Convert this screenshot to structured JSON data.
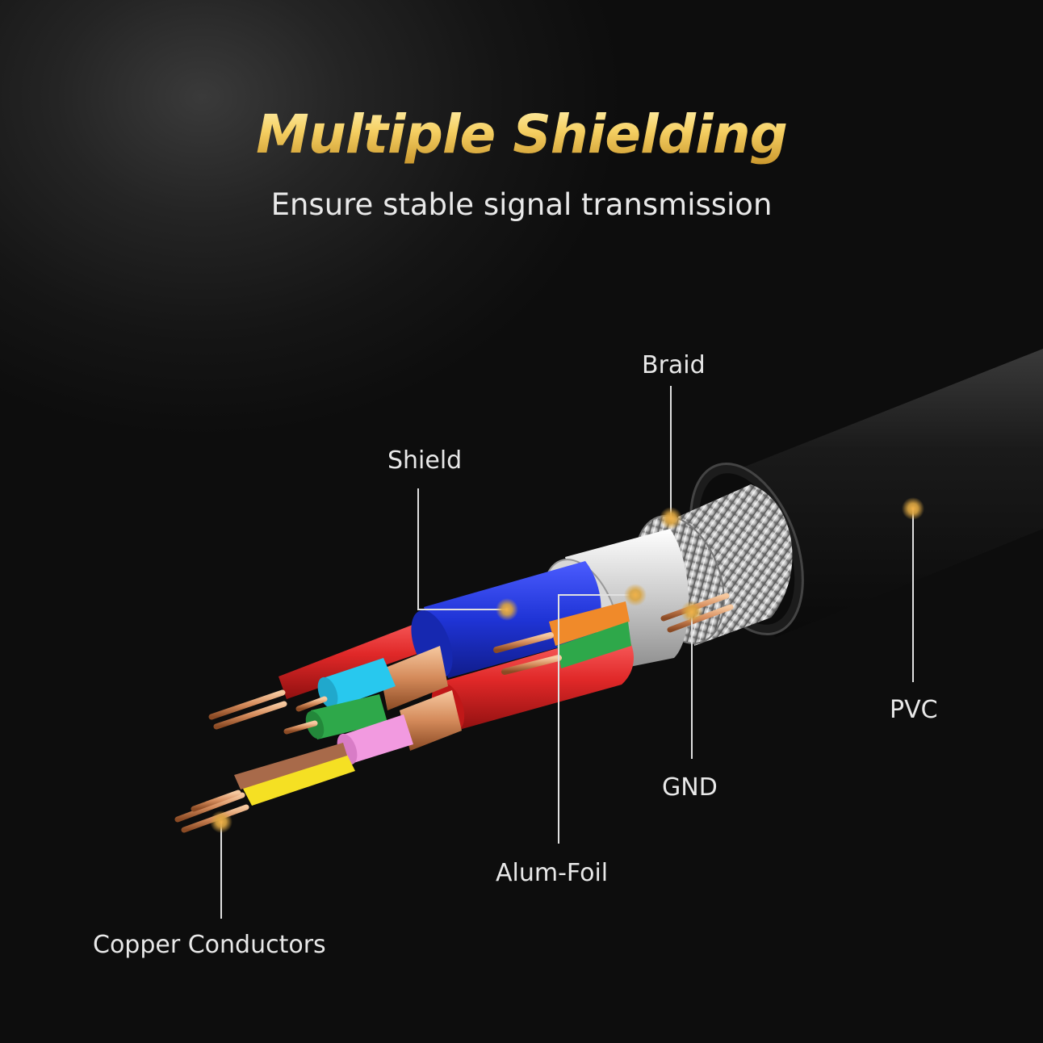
{
  "header": {
    "title": "Multiple Shielding",
    "subtitle": "Ensure stable signal transmission"
  },
  "labels": {
    "braid": "Braid",
    "shield": "Shield",
    "pvc": "PVC",
    "gnd": "GND",
    "alum_foil": "Alum-Foil",
    "copper_conductors": "Copper Conductors"
  },
  "colors": {
    "title_gold": "#f2c95a",
    "marker_gold": "#d9a441",
    "wire_blue": "#1f34d6",
    "wire_red": "#e02828",
    "wire_cyan": "#28c8ee",
    "wire_green": "#2ea84a",
    "wire_pink": "#f29ae0",
    "wire_yellow": "#f5e023",
    "wire_orange": "#f08a2a",
    "jacket_black": "#151515"
  }
}
